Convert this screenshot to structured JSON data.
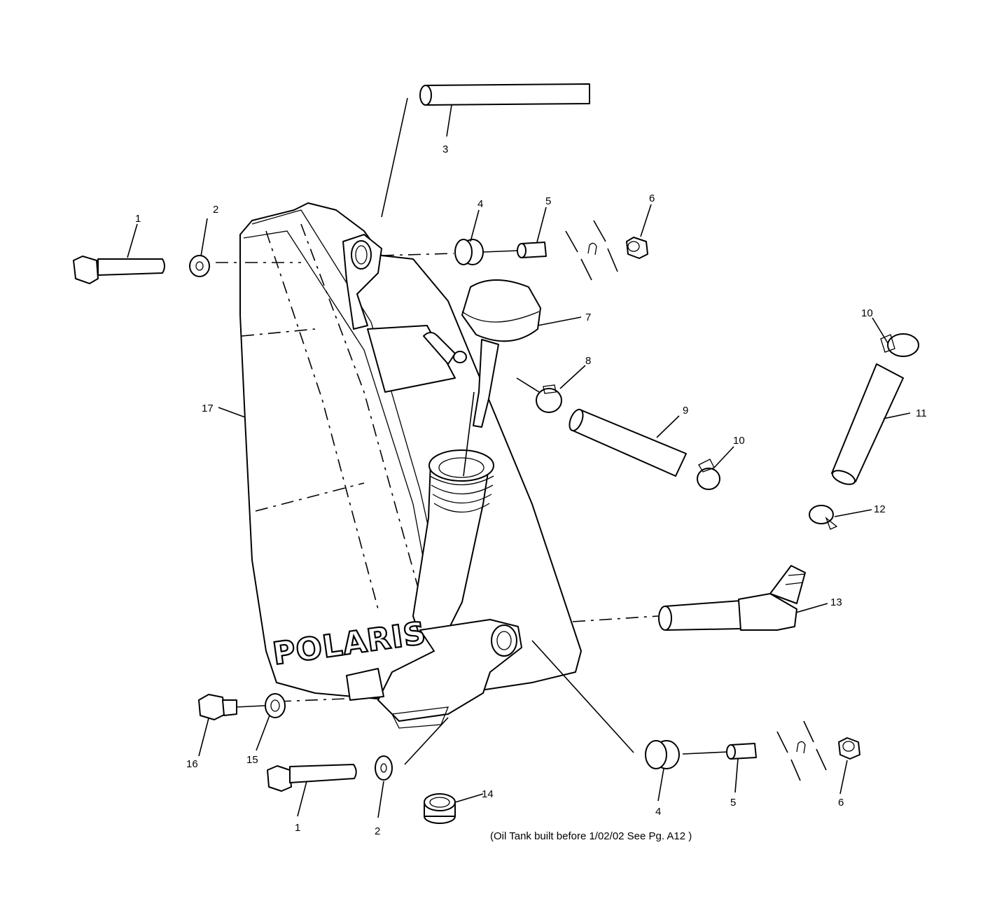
{
  "callouts": {
    "p1_top": "1",
    "p2_top": "2",
    "p3": "3",
    "p4_top": "4",
    "p5_top": "5",
    "p6_top": "6",
    "p7": "7",
    "p8": "8",
    "p9": "9",
    "p10_right": "10",
    "p10_mid": "10",
    "p11": "11",
    "p12": "12",
    "p13": "13",
    "p14": "14",
    "p15": "15",
    "p16": "16",
    "p17": "17",
    "p1_bottom": "1",
    "p2_bottom": "2",
    "p4_bottom": "4",
    "p5_bottom": "5",
    "p6_bottom": "6"
  },
  "logo_text": "POLARIS",
  "footnote": "(Oil Tank built before 1/02/02 See Pg. A12 )"
}
